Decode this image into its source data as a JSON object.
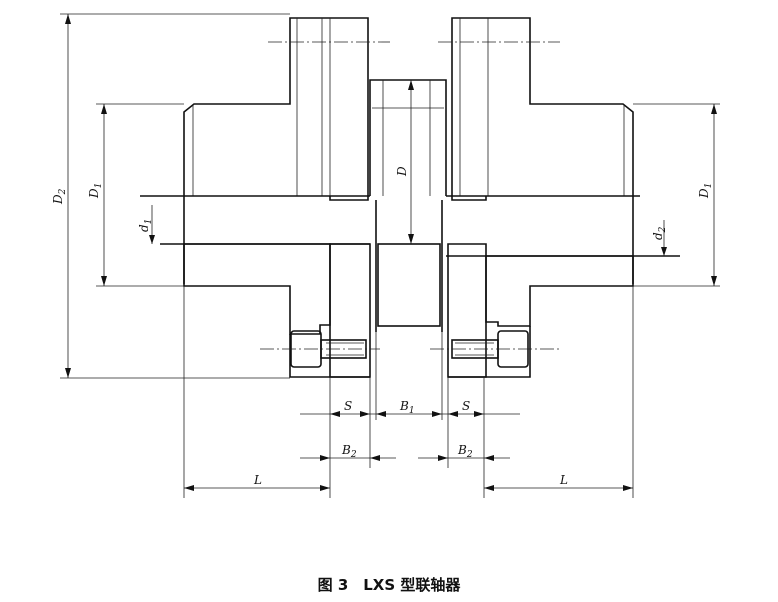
{
  "caption": "图 3　LXS 型联轴器",
  "labels": {
    "D": "D",
    "D1": "D",
    "D1_sub": "1",
    "D2": "D",
    "D2_sub": "2",
    "d1": "d",
    "d1_sub": "1",
    "d2": "d",
    "d2_sub": "2",
    "S": "S",
    "B1": "B",
    "B1_sub": "1",
    "B2": "B",
    "B2_sub": "2",
    "L": "L"
  }
}
